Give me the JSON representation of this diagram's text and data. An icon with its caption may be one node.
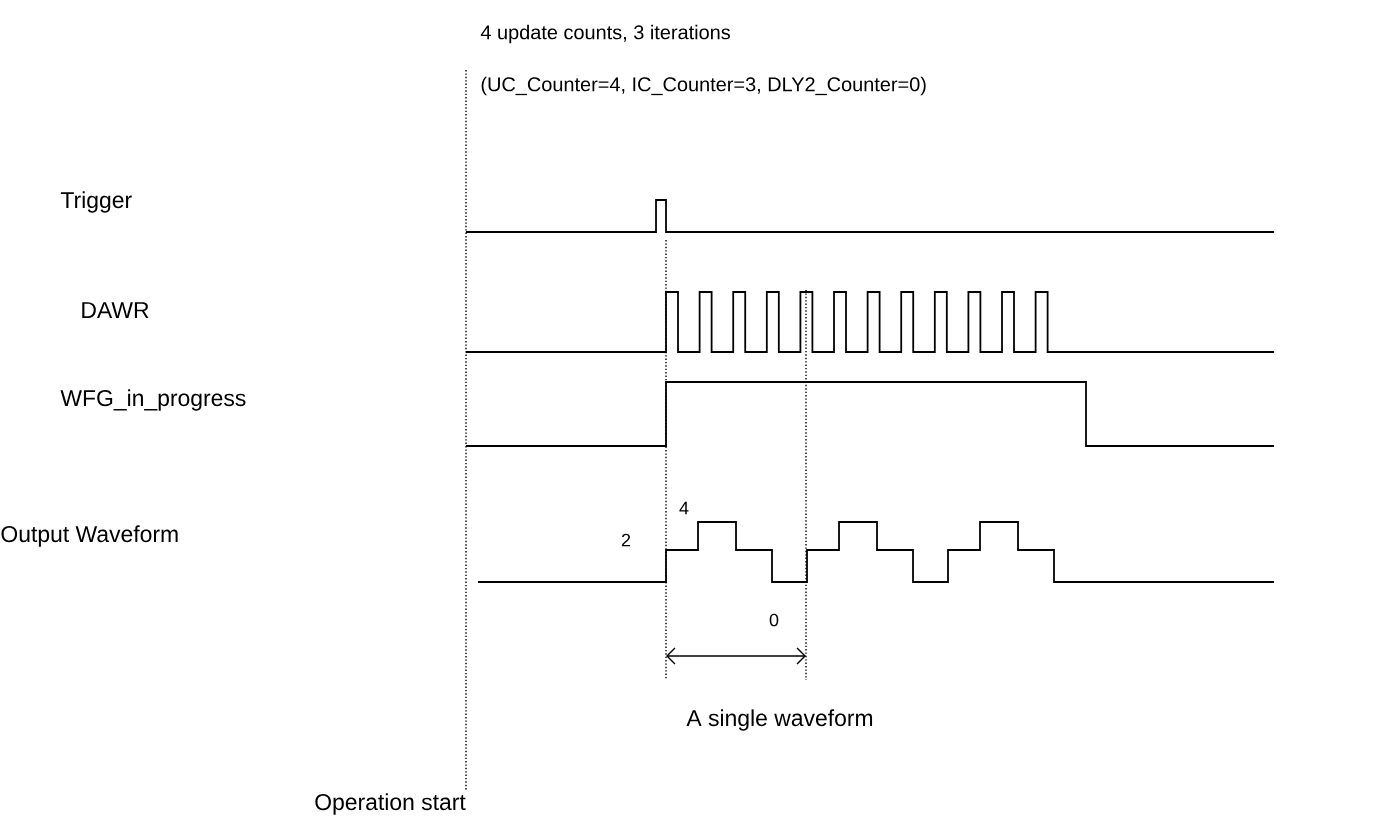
{
  "diagram": {
    "labels": [
      "4 update counts, 3 iterations",
      "(UC_Counter=4, IC_Counter=3, DLY2_Counter=0)",
      "Trigger",
      "DAWR",
      "WFG_in_progress",
      "4",
      "2",
      "Output Waveform",
      "0",
      "A single waveform",
      "Operation start"
    ]
  }
}
